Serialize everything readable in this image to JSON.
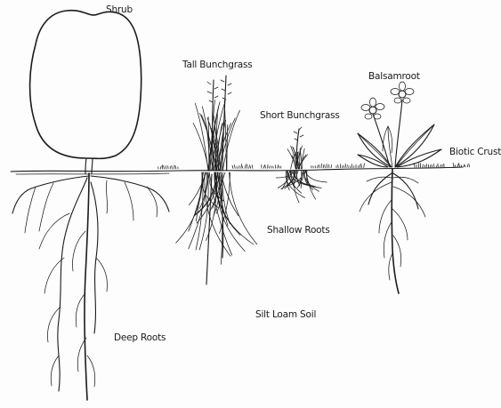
{
  "labels": {
    "shrub": "Shrub",
    "tall_bunchgrass": "Tall Bunchgrass",
    "short_bunchgrass": "Short Bunchgrass",
    "balsamroot": "Balsamroot",
    "biotic_crust": "Biotic Crust",
    "shallow_roots": "Shallow Roots",
    "silt_loam_soil": "Silt Loam Soil",
    "deep_roots": "Deep Roots"
  },
  "colors": {
    "ink": "#1b1b1b",
    "background": "#fdfdfd"
  }
}
